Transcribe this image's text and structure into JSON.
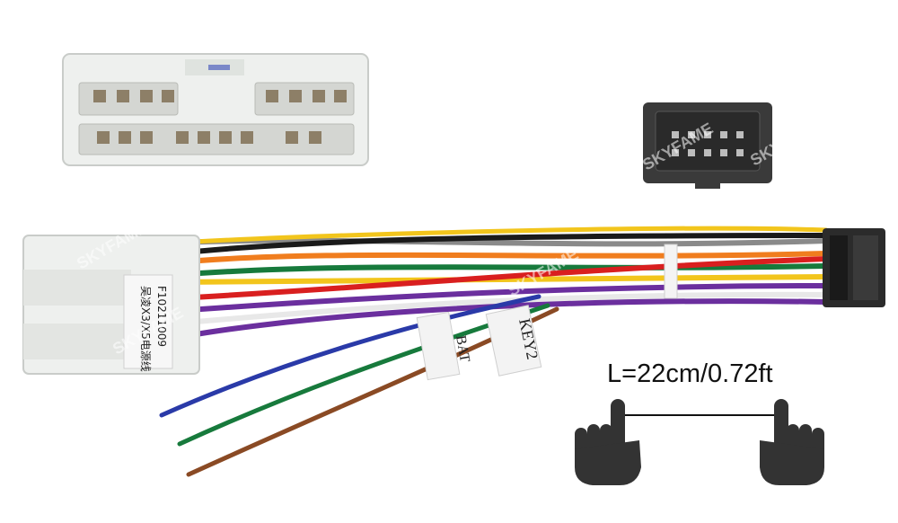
{
  "photo": {
    "subject": "car radio wiring harness adapter",
    "watermark_text": "SKYFAME",
    "connector_female_label": {
      "line1": "吴凌X3/X5电源线",
      "line2": "F10211009"
    },
    "wire_tags": [
      "BAT",
      "KEY2"
    ]
  },
  "annotation": {
    "length_text": "L=22cm/0.72ft",
    "left_hand_icon": "pointing-hand-icon",
    "right_hand_icon": "pointing-hand-icon"
  },
  "colors": {
    "connector_white": "#eef0ee",
    "connector_black": "#2b2b2b",
    "wire_black": "#1a1a1a",
    "wire_grey": "#8a8a8a",
    "wire_orange": "#f07d1e",
    "wire_yellow": "#f2c51c",
    "wire_red": "#d91f1f",
    "wire_green": "#177a3c",
    "wire_purple": "#6b2f9e",
    "wire_blue": "#2a3aa8",
    "wire_brown": "#8a4a24",
    "wire_white": "#e8e8e8",
    "hand": "#333333"
  }
}
